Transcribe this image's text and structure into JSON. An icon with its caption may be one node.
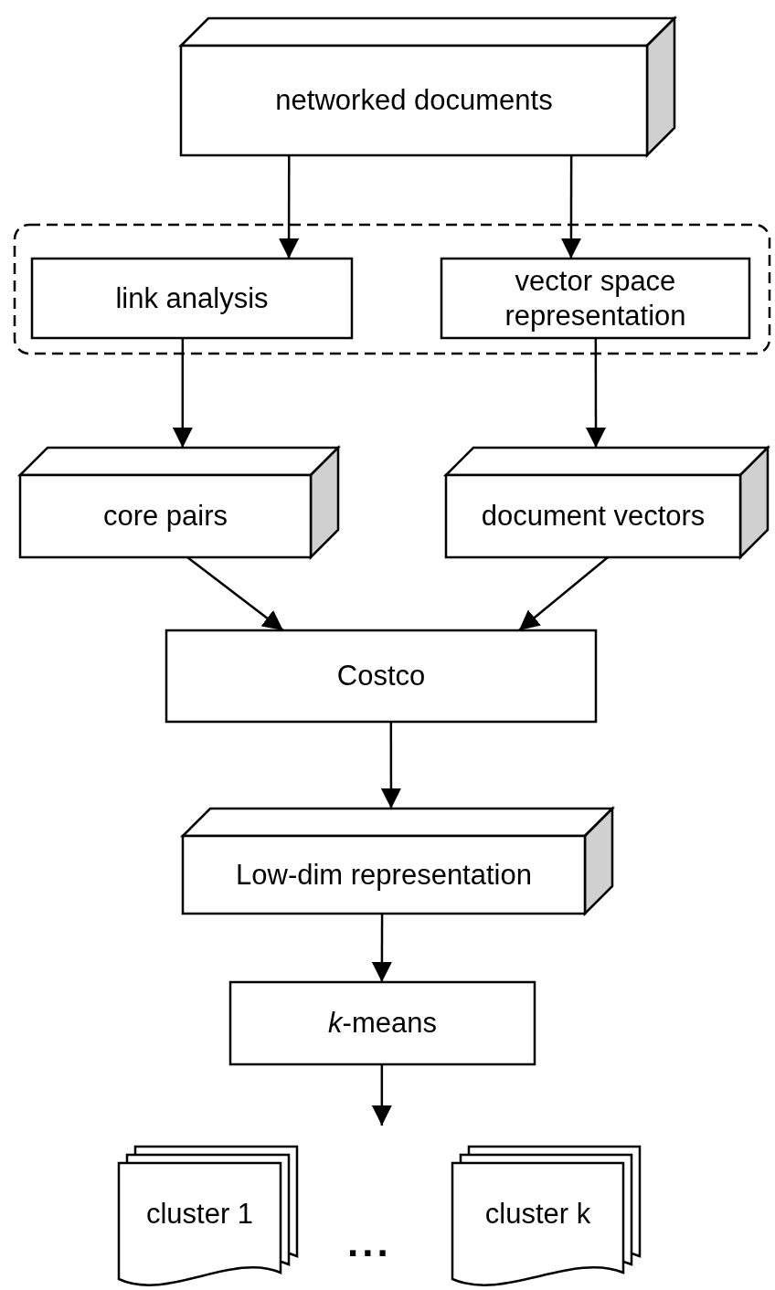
{
  "diagram": {
    "nodes": [
      {
        "text": [
          "networked documents"
        ]
      },
      {
        "text": [],
        "shape": "box"
      },
      {
        "text": [
          "link analysis"
        ],
        "in": 1
      },
      {
        "text": [
          "vector space representation"
        ],
        "in": 1
      },
      {
        "text": [
          "core pairs"
        ]
      },
      {
        "text": [
          "document vectors"
        ]
      },
      {
        "text": [
          "Costco"
        ]
      },
      {
        "text": [
          "Low-dim representation"
        ]
      },
      {
        "text": [
          "*k*-means"
        ]
      },
      {
        "text": [
          "cluster 1"
        ]
      },
      {
        "text": [
          "cluster k"
        ]
      }
    ],
    "edges": [
      {
        "from": 0,
        "to": 2,
        "arrow": "to"
      },
      {
        "from": 0,
        "to": 3,
        "arrow": "to"
      },
      {
        "from": 2,
        "to": 4,
        "arrow": "to"
      },
      {
        "from": 3,
        "to": 5,
        "arrow": "to"
      },
      {
        "from": 4,
        "to": 6,
        "arrow": "to"
      },
      {
        "from": 5,
        "to": 6,
        "arrow": "to"
      },
      {
        "from": 6,
        "to": 7,
        "arrow": "to"
      },
      {
        "from": 7,
        "to": 8,
        "arrow": "to"
      },
      {
        "from": 8,
        "to": null,
        "arrow": "to"
      }
    ],
    "labels": [
      "..."
    ]
  }
}
